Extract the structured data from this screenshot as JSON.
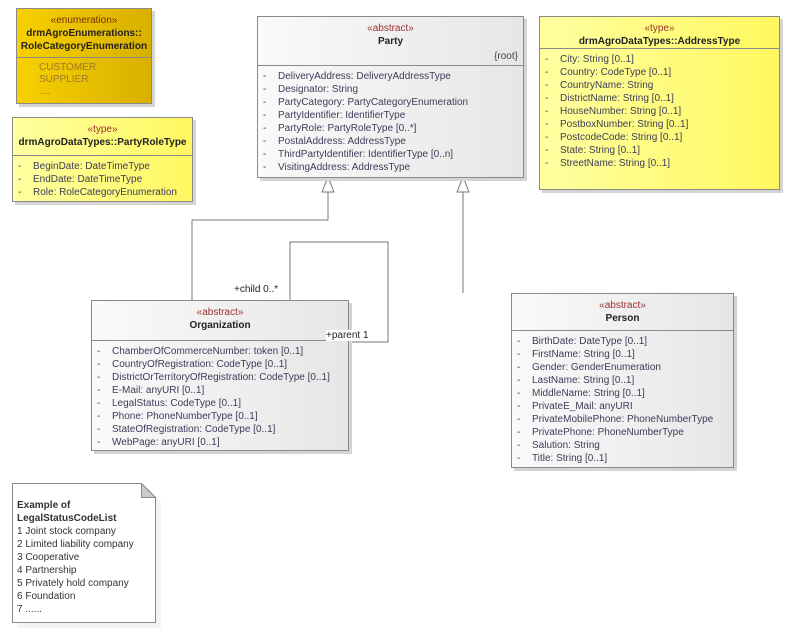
{
  "classes": {
    "role_category_enum": {
      "stereotype": "«enumeration»",
      "name_lines": [
        "drmAgroEnumerations::",
        "RoleCategoryEnumeration"
      ],
      "literals": [
        "CUSTOMER",
        "SUPPLIER",
        "...."
      ]
    },
    "party_role_type": {
      "stereotype": "«type»",
      "name_lines": [
        "drmAgroDataTypes::PartyRoleType"
      ],
      "attributes": [
        {
          "vis": "-",
          "text": "BeginDate: DateTimeType"
        },
        {
          "vis": "-",
          "text": "EndDate: DateTimeType"
        },
        {
          "vis": "-",
          "text": "Role: RoleCategoryEnumeration"
        }
      ]
    },
    "party": {
      "stereotype": "«abstract»",
      "name_lines": [
        "Party"
      ],
      "tag": "{root}",
      "attributes": [
        {
          "vis": "-",
          "text": "DeliveryAddress: DeliveryAddressType"
        },
        {
          "vis": "-",
          "text": "Designator: String"
        },
        {
          "vis": "-",
          "text": "PartyCategory: PartyCategoryEnumeration"
        },
        {
          "vis": "-",
          "text": "PartyIdentifier: IdentifierType"
        },
        {
          "vis": "-",
          "text": "PartyRole: PartyRoleType [0..*]"
        },
        {
          "vis": "-",
          "text": "PostalAddress: AddressType"
        },
        {
          "vis": "-",
          "text": "ThirdPartyIdentifier: IdentifierType [0..n]"
        },
        {
          "vis": "-",
          "text": "VisitingAddress: AddressType"
        }
      ]
    },
    "address_type": {
      "stereotype": "«type»",
      "name_lines": [
        "drmAgroDataTypes::AddressType"
      ],
      "attributes": [
        {
          "vis": "-",
          "text": "City: String [0..1]"
        },
        {
          "vis": "-",
          "text": "Country: CodeType [0..1]"
        },
        {
          "vis": "-",
          "text": "CountryName: String"
        },
        {
          "vis": "-",
          "text": "DistrictName: String [0..1]"
        },
        {
          "vis": "-",
          "text": "HouseNumber: String [0..1]"
        },
        {
          "vis": "-",
          "text": "PostboxNumber: String [0..1]"
        },
        {
          "vis": "-",
          "text": "PostcodeCode: String [0..1]"
        },
        {
          "vis": "-",
          "text": "State: String [0..1]"
        },
        {
          "vis": "-",
          "text": "StreetName: String [0..1]"
        }
      ]
    },
    "organization": {
      "stereotype": "«abstract»",
      "name_lines": [
        "Organization"
      ],
      "attributes": [
        {
          "vis": "-",
          "text": "ChamberOfCommerceNumber: token [0..1]"
        },
        {
          "vis": "-",
          "text": "CountryOfRegistration: CodeType [0..1]"
        },
        {
          "vis": "-",
          "text": "DistrictOrTerritoryOfRegistration: CodeType [0..1]"
        },
        {
          "vis": "-",
          "text": "E-Mail: anyURI [0..1]"
        },
        {
          "vis": "-",
          "text": "LegalStatus: CodeType [0..1]"
        },
        {
          "vis": "-",
          "text": "Phone: PhoneNumberType [0..1]"
        },
        {
          "vis": "-",
          "text": "StateOfRegistration: CodeType [0..1]"
        },
        {
          "vis": "-",
          "text": "WebPage: anyURI [0..1]"
        }
      ]
    },
    "person": {
      "stereotype": "«abstract»",
      "name_lines": [
        "Person"
      ],
      "attributes": [
        {
          "vis": "-",
          "text": "BirthDate: DateType [0..1]"
        },
        {
          "vis": "-",
          "text": "FirstName: String [0..1]"
        },
        {
          "vis": "-",
          "text": "Gender: GenderEnumeration"
        },
        {
          "vis": "-",
          "text": "LastName: String [0..1]"
        },
        {
          "vis": "-",
          "text": "MiddleName: String [0..1]"
        },
        {
          "vis": "-",
          "text": "PrivateE_Mail: anyURI"
        },
        {
          "vis": "-",
          "text": "PrivateMobilePhone: PhoneNumberType"
        },
        {
          "vis": "-",
          "text": "PrivatePhone: PhoneNumberType"
        },
        {
          "vis": "-",
          "text": "Salution: String"
        },
        {
          "vis": "-",
          "text": "Title: String [0..1]"
        }
      ]
    }
  },
  "associations": {
    "child_label": "+child 0..*",
    "parent_label": "+parent 1"
  },
  "note": {
    "title_lines": [
      "Example of",
      "LegalStatusCodeList"
    ],
    "lines": [
      "1 Joint stock company",
      "2 Limited liability company",
      "3 Cooperative",
      "4 Partnership",
      "5 Privately hold company",
      "6 Foundation",
      "7 ......"
    ]
  }
}
